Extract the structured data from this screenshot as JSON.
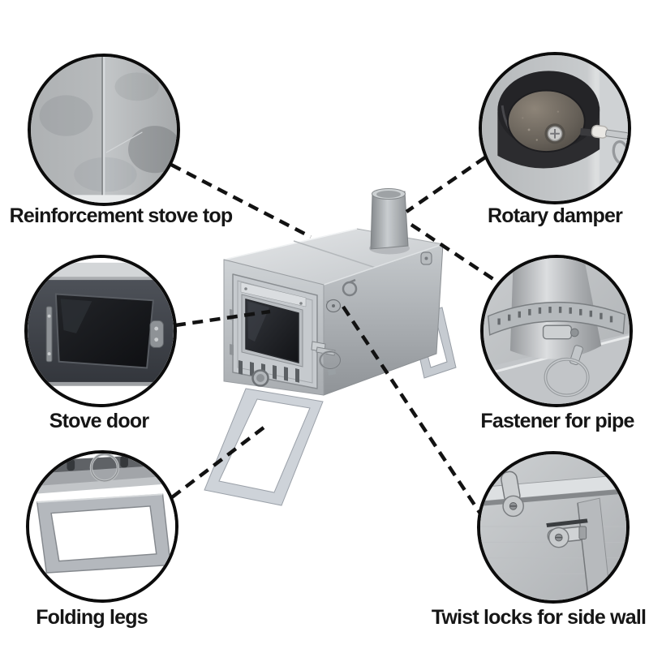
{
  "features": [
    {
      "id": "reinforcement-stove-top",
      "label": "Reinforcement stove top"
    },
    {
      "id": "rotary-damper",
      "label": "Rotary damper"
    },
    {
      "id": "stove-door",
      "label": "Stove door"
    },
    {
      "id": "fastener-for-pipe",
      "label": "Fastener for pipe"
    },
    {
      "id": "folding-legs",
      "label": "Folding legs"
    },
    {
      "id": "twist-locks-for-side-wall",
      "label": "Twist locks for side wall"
    }
  ],
  "colors": {
    "background": "#ffffff",
    "label_text": "#161616",
    "callout_border": "#0c0c0c",
    "leader_line": "#121212",
    "stove_metal_light": "#dcdfe1",
    "stove_metal_dark": "#8f9397",
    "door_glass": "#17181c"
  }
}
